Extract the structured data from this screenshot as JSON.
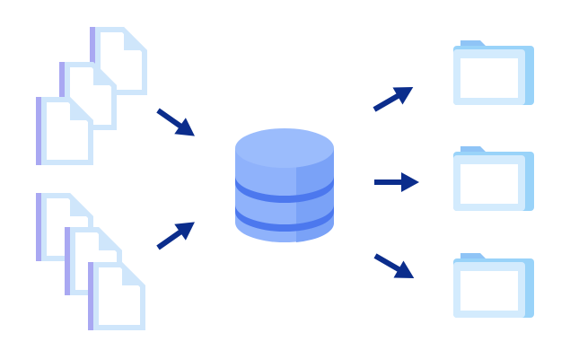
{
  "diagram": {
    "nodes": [
      {
        "name": "document-stack-top",
        "icon": "document-icon",
        "count": 3
      },
      {
        "name": "document-stack-bottom",
        "icon": "document-icon",
        "count": 3
      },
      {
        "name": "database",
        "icon": "database-icon"
      },
      {
        "name": "folder-top",
        "icon": "folder-icon"
      },
      {
        "name": "folder-middle",
        "icon": "folder-icon"
      },
      {
        "name": "folder-bottom",
        "icon": "folder-icon"
      }
    ],
    "edges": [
      {
        "from": "document-stack-top",
        "to": "database"
      },
      {
        "from": "document-stack-bottom",
        "to": "database"
      },
      {
        "from": "database",
        "to": "folder-top"
      },
      {
        "from": "database",
        "to": "folder-middle"
      },
      {
        "from": "database",
        "to": "folder-bottom"
      }
    ]
  },
  "colors": {
    "arrow": "#0b2d8c",
    "doc_back": "#a9a8f2",
    "doc_outline": "#cfe6fb",
    "doc_fill": "#ffffff",
    "db_light": "#8fb2fb",
    "db_mid": "#7aa2f7",
    "db_band": "#4c78ee",
    "folder_light": "#d3ebfd",
    "folder_side": "#99d3f9",
    "folder_tab": "#8fc4f6"
  }
}
